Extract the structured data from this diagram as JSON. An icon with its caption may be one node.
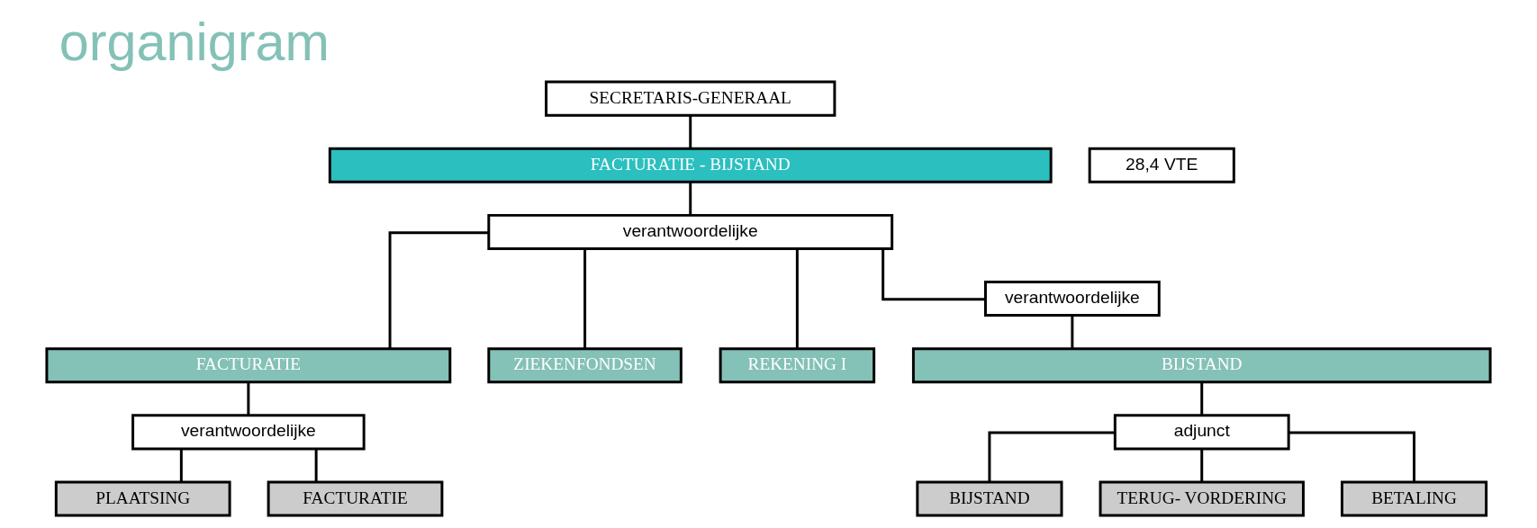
{
  "diagram": {
    "title": "organigram",
    "nodes": [
      {
        "text": [
          "SECRETARIS-GENERAAL"
        ]
      },
      {
        "text": [
          "FACTURATIE - BIJSTAND"
        ]
      },
      {
        "text": [
          "28,4 VTE"
        ]
      },
      {
        "text": [
          "verantwoordelijke"
        ]
      },
      {
        "text": [
          "FACTURATIE"
        ]
      },
      {
        "text": [
          "ZIEKENFONDSEN"
        ]
      },
      {
        "text": [
          "REKENING I"
        ]
      },
      {
        "text": [
          "verantwoordelijke"
        ]
      },
      {
        "text": [
          "BIJSTAND"
        ]
      },
      {
        "text": [
          "verantwoordelijke"
        ]
      },
      {
        "text": [
          "adjunct"
        ]
      },
      {
        "text": [
          "PLAATSING"
        ]
      },
      {
        "text": [
          "FACTURATIE"
        ]
      },
      {
        "text": [
          "BIJSTAND"
        ]
      },
      {
        "text": [
          "TERUG- VORDERING"
        ]
      },
      {
        "text": [
          "BETALING"
        ]
      }
    ],
    "edges": [
      {
        "from": 0,
        "to": 1,
        "arrow": "none"
      },
      {
        "from": 1,
        "to": 3,
        "arrow": "none"
      },
      {
        "from": 3,
        "to": 4,
        "arrow": "none"
      },
      {
        "from": 3,
        "to": 5,
        "arrow": "none"
      },
      {
        "from": 3,
        "to": 6,
        "arrow": "none"
      },
      {
        "from": 3,
        "to": 7,
        "arrow": "none"
      },
      {
        "from": 7,
        "to": 8,
        "arrow": "none"
      },
      {
        "from": 4,
        "to": 9,
        "arrow": "none"
      },
      {
        "from": 9,
        "to": 11,
        "arrow": "none"
      },
      {
        "from": 9,
        "to": 12,
        "arrow": "none"
      },
      {
        "from": 8,
        "to": 10,
        "arrow": "none"
      },
      {
        "from": 10,
        "to": 13,
        "arrow": "none"
      },
      {
        "from": 10,
        "to": 14,
        "arrow": "none"
      },
      {
        "from": 10,
        "to": 15,
        "arrow": "none"
      }
    ]
  }
}
